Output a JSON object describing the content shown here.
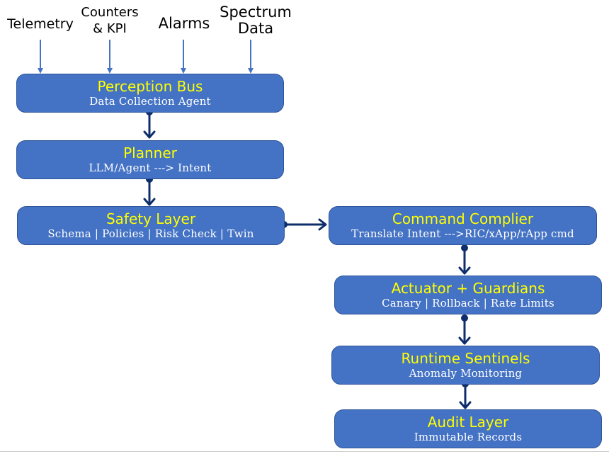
{
  "inputs": {
    "telemetry": "Telemetry",
    "counters": "Counters\n& KPI",
    "alarms": "Alarms",
    "spectrum": "Spectrum\nData"
  },
  "nodes": {
    "perception": {
      "title": "Perception Bus",
      "subtitle": "Data Collection Agent"
    },
    "planner": {
      "title": "Planner",
      "subtitle": "LLM/Agent ---> Intent"
    },
    "safety": {
      "title": "Safety Layer",
      "subtitle": "Schema | Policies | Risk Check | Twin"
    },
    "compiler": {
      "title": "Command Complier",
      "subtitle": "Translate Intent --->RIC/xApp/rApp cmd"
    },
    "actuator": {
      "title": "Actuator + Guardians",
      "subtitle": "Canary | Rollback | Rate Limits"
    },
    "sentinels": {
      "title": "Runtime Sentinels",
      "subtitle": "Anomaly Monitoring"
    },
    "audit": {
      "title": "Audit Layer",
      "subtitle": "Immutable Records"
    }
  },
  "colors": {
    "box_fill": "#4472c4",
    "box_border": "#2f5597",
    "title_text": "#ffff00",
    "subtitle_text": "#ffffff",
    "input_arrow": "#4472c4",
    "flow_arrow": "#0d2d6b"
  }
}
